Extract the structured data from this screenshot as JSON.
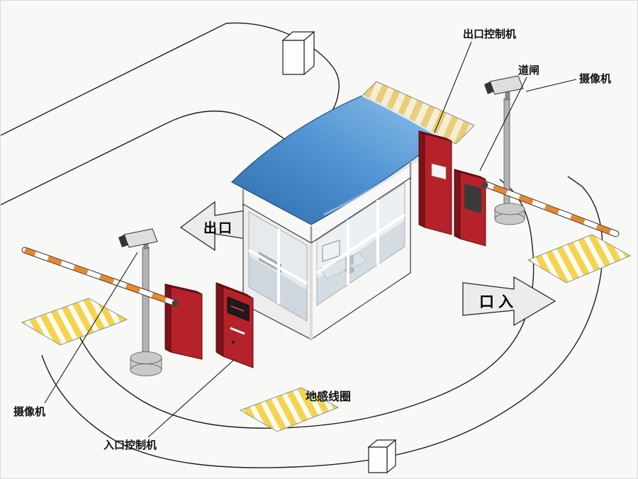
{
  "labels": {
    "exit_controller": "出口控制机",
    "barrier_gate": "道闸",
    "camera_right": "摄像机",
    "camera_left": "摄像机",
    "entrance_controller": "入口控制机",
    "ground_loop": "地感线圈",
    "arrow_exit": "出口",
    "arrow_entrance": "口入"
  },
  "colors": {
    "machine_red": "#b5222a",
    "machine_red_dark": "#7c1317",
    "roof_blue": "#4286c8",
    "stripe_yellow": "#f4d44e",
    "awning_tan": "#e9cd79",
    "arm_orange": "#e8872b",
    "pole_gray": "#b3b3b3",
    "glass_blue": "#dde7ee",
    "arrow_fill": "#ececec",
    "background": "#f8f8f7",
    "line_black": "#1d1d1d"
  }
}
